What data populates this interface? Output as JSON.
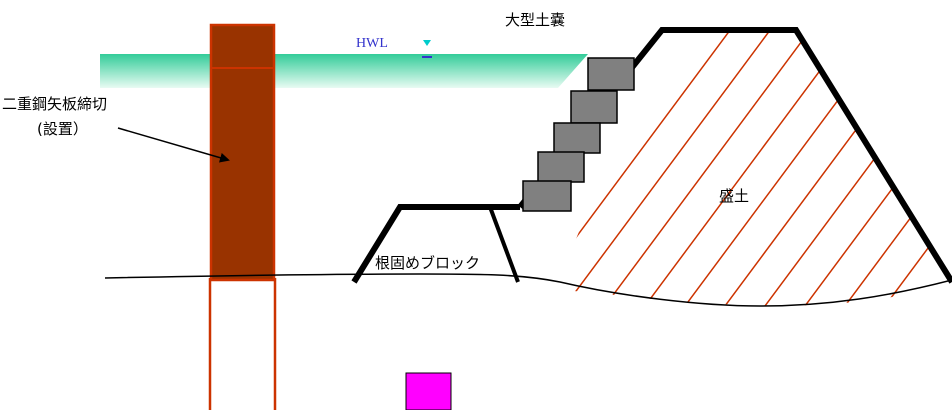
{
  "labels": {
    "sheet_pile_line1": "二重鋼矢板締切",
    "sheet_pile_line2": "(設置）",
    "hwl": "HWL",
    "large_sandbag": "大型土嚢",
    "embankment": "盛土",
    "foot_block": "根固めブロック"
  },
  "colors": {
    "water": "#33cc99",
    "sheet_pile_fill": "#993300",
    "sheet_pile_line": "#cc3300",
    "sandbag_fill": "#808080",
    "hatch": "#cc3300",
    "hwl_text": "#3333cc",
    "hwl_marker": "#00cccc",
    "magenta_marker": "#ff00ff"
  }
}
